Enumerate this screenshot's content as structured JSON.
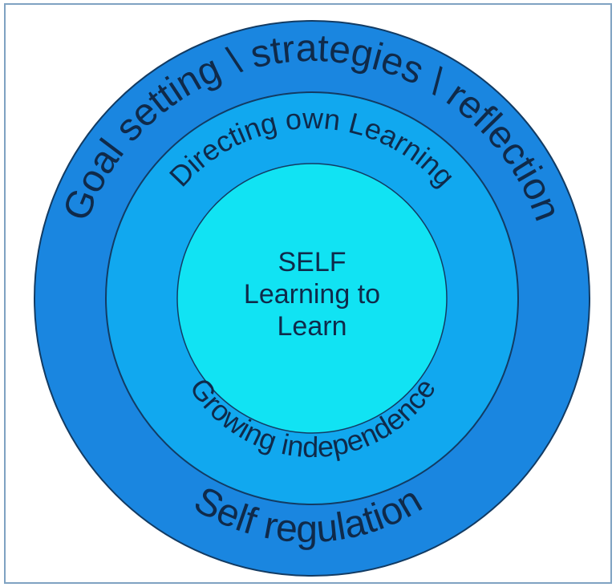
{
  "diagram": {
    "rings": {
      "outer": {
        "top_label": "Goal setting \\ strategies \\ reflection",
        "bottom_label": "Self regulation",
        "color": "#1a86e0"
      },
      "middle": {
        "top_label": "Directing own Learning",
        "bottom_label": "Growing independence",
        "color": "#11a8ef"
      },
      "inner": {
        "lines": [
          "SELF",
          "Learning to",
          "Learn"
        ],
        "color": "#11e3f3"
      }
    },
    "colors": {
      "frame_border": "#7fa2c2",
      "ring_stroke": "#123b63",
      "text": "#0f2a4a"
    }
  }
}
